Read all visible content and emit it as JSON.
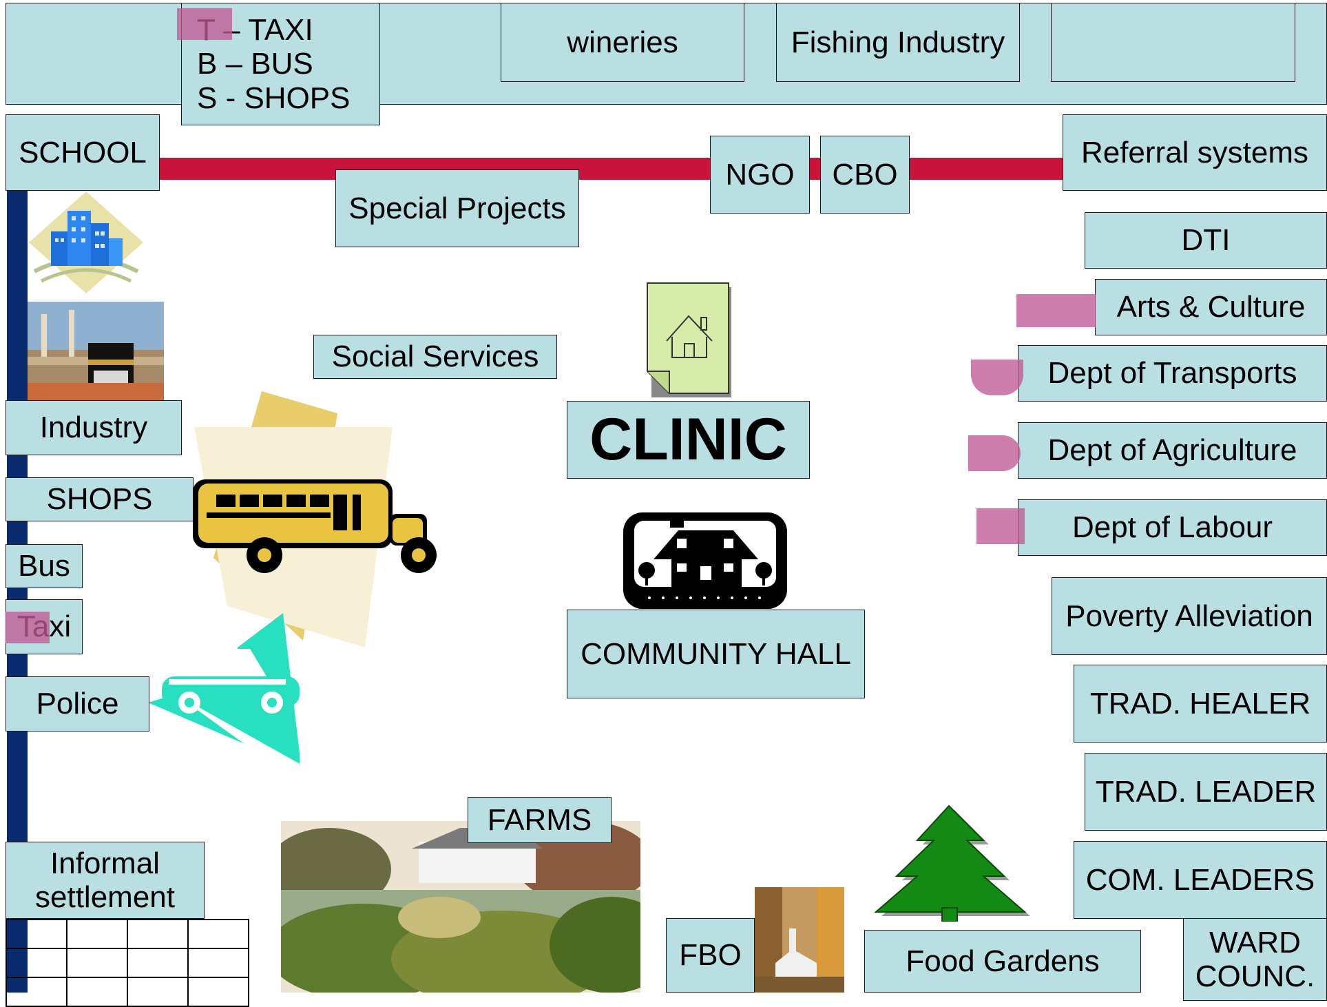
{
  "legend": {
    "lines": [
      "T – TAXI",
      "B – BUS",
      "S - SHOPS"
    ]
  },
  "top_row": {
    "wineries": "wineries",
    "fishing": "Fishing Industry",
    "empty": ""
  },
  "labels": {
    "school": "SCHOOL",
    "special_projects": "Special Projects",
    "ngo": "NGO",
    "cbo": "CBO",
    "referral": "Referral systems",
    "dti": "DTI",
    "arts": "Arts & Culture",
    "transports": "Dept of Transports",
    "agriculture": "Dept of Agriculture",
    "labour": "Dept of Labour",
    "poverty": "Poverty Alleviation",
    "trad_healer": "TRAD. HEALER",
    "trad_leader": "TRAD. LEADER",
    "com_leaders": "COM. LEADERS",
    "ward": [
      "WARD",
      "COUNC."
    ],
    "social_services": "Social Services",
    "clinic": "CLINIC",
    "community_hall": "COMMUNITY HALL",
    "industry": "Industry",
    "shops": "SHOPS",
    "bus": "Bus",
    "taxi": "Taxi",
    "police": "Police",
    "informal": [
      "Informal",
      "settlement"
    ],
    "farms": "FARMS",
    "fbo": "FBO",
    "food_gardens": "Food Gardens"
  },
  "colors": {
    "box_fill": "#b9dfe2",
    "road_red": "#c8143c",
    "road_blue": "#0a2a6e",
    "highlight": "#c05a95"
  }
}
